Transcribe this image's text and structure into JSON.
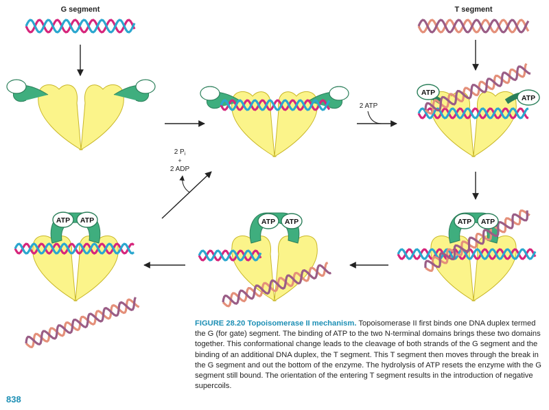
{
  "labels": {
    "g_segment": "G segment",
    "t_segment": "T segment",
    "two_atp": "2 ATP",
    "pi_line1": "2 P",
    "pi_sub": "i",
    "plus": "+",
    "adp": "2 ADP",
    "atp": "ATP"
  },
  "caption": {
    "figure": "FIGURE 28.20",
    "title": "Topoisomerase II mechanism.",
    "body": "Topoisomerase II first binds one DNA duplex termed the G (for gate) segment. The binding of ATP to the two N-terminal domains brings these two domains together. This conformational change leads to the cleavage of both strands of the G segment and the binding of an additional DNA duplex, the T segment. This T segment then moves through the break in the G segment and out the bottom of the enzyme. The hydrolysis of ATP resets the enzyme with the G segment still bound. The orientation of the entering T segment results in the introduction of negative supercoils."
  },
  "page_number": "838",
  "colors": {
    "enzyme_yellow": "#fbf48a",
    "enzyme_outline": "#c9b728",
    "atp_domain_green": "#3fae7e",
    "g_strand_magenta": "#d6267c",
    "g_strand_cyan": "#2ba7cf",
    "t_strand_salmon": "#e4907a",
    "t_strand_purple": "#9a5d86",
    "accent_blue": "#1d8fb5"
  }
}
